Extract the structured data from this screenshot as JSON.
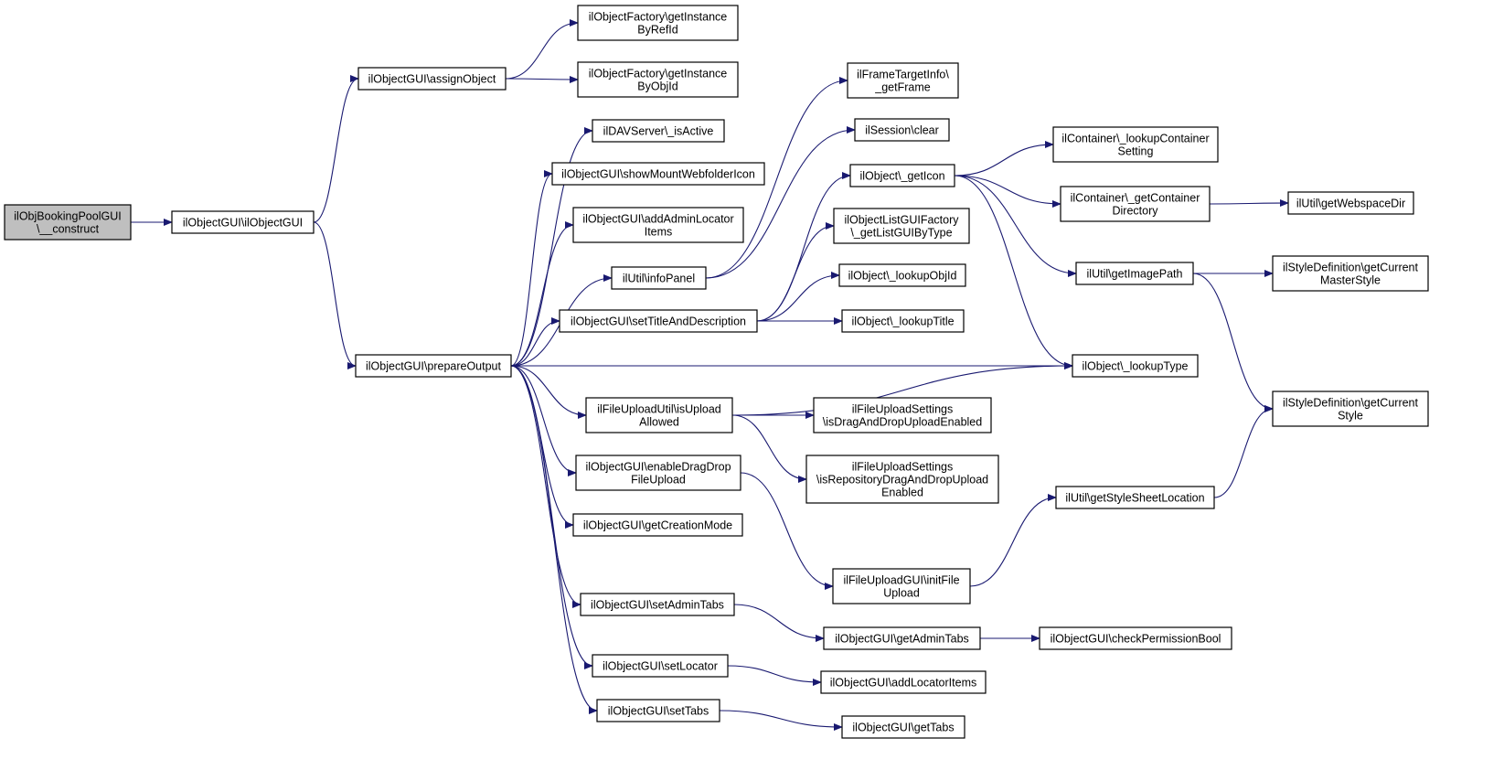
{
  "diagram": {
    "colors": {
      "edge": "#191970",
      "root_fill": "#bfbfbf",
      "node_fill": "#ffffff",
      "node_border": "#000000"
    },
    "nodes": [
      {
        "id": "construct",
        "lines": [
          "ilObjBookingPoolGUI",
          "\\__construct"
        ],
        "root": true
      },
      {
        "id": "ilObjectGUI",
        "lines": [
          "ilObjectGUI\\ilObjectGUI"
        ]
      },
      {
        "id": "assignObject",
        "lines": [
          "ilObjectGUI\\assignObject"
        ]
      },
      {
        "id": "getInstanceByRefId",
        "lines": [
          "ilObjectFactory\\getInstance",
          "ByRefId"
        ]
      },
      {
        "id": "getInstanceByObjId",
        "lines": [
          "ilObjectFactory\\getInstance",
          "ByObjId"
        ]
      },
      {
        "id": "prepareOutput",
        "lines": [
          "ilObjectGUI\\prepareOutput"
        ]
      },
      {
        "id": "isActive",
        "lines": [
          "ilDAVServer\\_isActive"
        ]
      },
      {
        "id": "showMount",
        "lines": [
          "ilObjectGUI\\showMountWebfolderIcon"
        ]
      },
      {
        "id": "addAdminLocator",
        "lines": [
          "ilObjectGUI\\addAdminLocator",
          "Items"
        ]
      },
      {
        "id": "infoPanel",
        "lines": [
          "ilUtil\\infoPanel"
        ]
      },
      {
        "id": "setTitle",
        "lines": [
          "ilObjectGUI\\setTitleAndDescription"
        ]
      },
      {
        "id": "isUploadAllowed",
        "lines": [
          "ilFileUploadUtil\\isUpload",
          "Allowed"
        ]
      },
      {
        "id": "enableDragDrop",
        "lines": [
          "ilObjectGUI\\enableDragDrop",
          "FileUpload"
        ]
      },
      {
        "id": "getCreationMode",
        "lines": [
          "ilObjectGUI\\getCreationMode"
        ]
      },
      {
        "id": "setAdminTabs",
        "lines": [
          "ilObjectGUI\\setAdminTabs"
        ]
      },
      {
        "id": "setLocator",
        "lines": [
          "ilObjectGUI\\setLocator"
        ]
      },
      {
        "id": "setTabs",
        "lines": [
          "ilObjectGUI\\setTabs"
        ]
      },
      {
        "id": "getFrame",
        "lines": [
          "ilFrameTargetInfo\\",
          "_getFrame"
        ]
      },
      {
        "id": "sessionClear",
        "lines": [
          "ilSession\\clear"
        ]
      },
      {
        "id": "getIcon",
        "lines": [
          "ilObject\\_getIcon"
        ]
      },
      {
        "id": "getListGUI",
        "lines": [
          "ilObjectListGUIFactory",
          "\\_getListGUIByType"
        ]
      },
      {
        "id": "lookupObjId",
        "lines": [
          "ilObject\\_lookupObjId"
        ]
      },
      {
        "id": "lookupTitle",
        "lines": [
          "ilObject\\_lookupTitle"
        ]
      },
      {
        "id": "lookupType",
        "lines": [
          "ilObject\\_lookupType"
        ]
      },
      {
        "id": "isDragAndDrop",
        "lines": [
          "ilFileUploadSettings",
          "\\isDragAndDropUploadEnabled"
        ]
      },
      {
        "id": "isRepoDragAndDrop",
        "lines": [
          "ilFileUploadSettings",
          "\\isRepositoryDragAndDropUpload",
          "Enabled"
        ]
      },
      {
        "id": "initFileUpload",
        "lines": [
          "ilFileUploadGUI\\initFile",
          "Upload"
        ]
      },
      {
        "id": "getAdminTabs",
        "lines": [
          "ilObjectGUI\\getAdminTabs"
        ]
      },
      {
        "id": "addLocatorItems",
        "lines": [
          "ilObjectGUI\\addLocatorItems"
        ]
      },
      {
        "id": "getTabs",
        "lines": [
          "ilObjectGUI\\getTabs"
        ]
      },
      {
        "id": "lookupContainerSetting",
        "lines": [
          "ilContainer\\_lookupContainer",
          "Setting"
        ]
      },
      {
        "id": "getContainerDirectory",
        "lines": [
          "ilContainer\\_getContainer",
          "Directory"
        ]
      },
      {
        "id": "getWebspaceDir",
        "lines": [
          "ilUtil\\getWebspaceDir"
        ]
      },
      {
        "id": "getImagePath",
        "lines": [
          "ilUtil\\getImagePath"
        ]
      },
      {
        "id": "getCurrentMasterStyle",
        "lines": [
          "ilStyleDefinition\\getCurrent",
          "MasterStyle"
        ]
      },
      {
        "id": "getCurrentStyle",
        "lines": [
          "ilStyleDefinition\\getCurrent",
          "Style"
        ]
      },
      {
        "id": "getStyleSheetLocation",
        "lines": [
          "ilUtil\\getStyleSheetLocation"
        ]
      },
      {
        "id": "checkPermissionBool",
        "lines": [
          "ilObjectGUI\\checkPermissionBool"
        ]
      }
    ],
    "edges": [
      [
        "construct",
        "ilObjectGUI"
      ],
      [
        "ilObjectGUI",
        "assignObject"
      ],
      [
        "ilObjectGUI",
        "prepareOutput"
      ],
      [
        "assignObject",
        "getInstanceByRefId"
      ],
      [
        "assignObject",
        "getInstanceByObjId"
      ],
      [
        "prepareOutput",
        "isActive"
      ],
      [
        "prepareOutput",
        "showMount"
      ],
      [
        "prepareOutput",
        "addAdminLocator"
      ],
      [
        "prepareOutput",
        "infoPanel"
      ],
      [
        "prepareOutput",
        "setTitle"
      ],
      [
        "prepareOutput",
        "lookupType"
      ],
      [
        "prepareOutput",
        "isUploadAllowed"
      ],
      [
        "prepareOutput",
        "enableDragDrop"
      ],
      [
        "prepareOutput",
        "getCreationMode"
      ],
      [
        "prepareOutput",
        "setAdminTabs"
      ],
      [
        "prepareOutput",
        "setLocator"
      ],
      [
        "prepareOutput",
        "setTabs"
      ],
      [
        "infoPanel",
        "getFrame"
      ],
      [
        "infoPanel",
        "sessionClear"
      ],
      [
        "setTitle",
        "getIcon"
      ],
      [
        "setTitle",
        "getListGUI"
      ],
      [
        "setTitle",
        "lookupObjId"
      ],
      [
        "setTitle",
        "lookupTitle"
      ],
      [
        "getIcon",
        "lookupContainerSetting"
      ],
      [
        "getIcon",
        "getContainerDirectory"
      ],
      [
        "getIcon",
        "getImagePath"
      ],
      [
        "getIcon",
        "lookupType"
      ],
      [
        "getContainerDirectory",
        "getWebspaceDir"
      ],
      [
        "getImagePath",
        "getCurrentMasterStyle"
      ],
      [
        "getImagePath",
        "getCurrentStyle"
      ],
      [
        "isUploadAllowed",
        "isDragAndDrop"
      ],
      [
        "isUploadAllowed",
        "isRepoDragAndDrop"
      ],
      [
        "isUploadAllowed",
        "lookupType"
      ],
      [
        "enableDragDrop",
        "initFileUpload"
      ],
      [
        "initFileUpload",
        "getStyleSheetLocation"
      ],
      [
        "getStyleSheetLocation",
        "getCurrentStyle"
      ],
      [
        "setAdminTabs",
        "getAdminTabs"
      ],
      [
        "getAdminTabs",
        "checkPermissionBool"
      ],
      [
        "setLocator",
        "addLocatorItems"
      ],
      [
        "setTabs",
        "getTabs"
      ]
    ]
  }
}
